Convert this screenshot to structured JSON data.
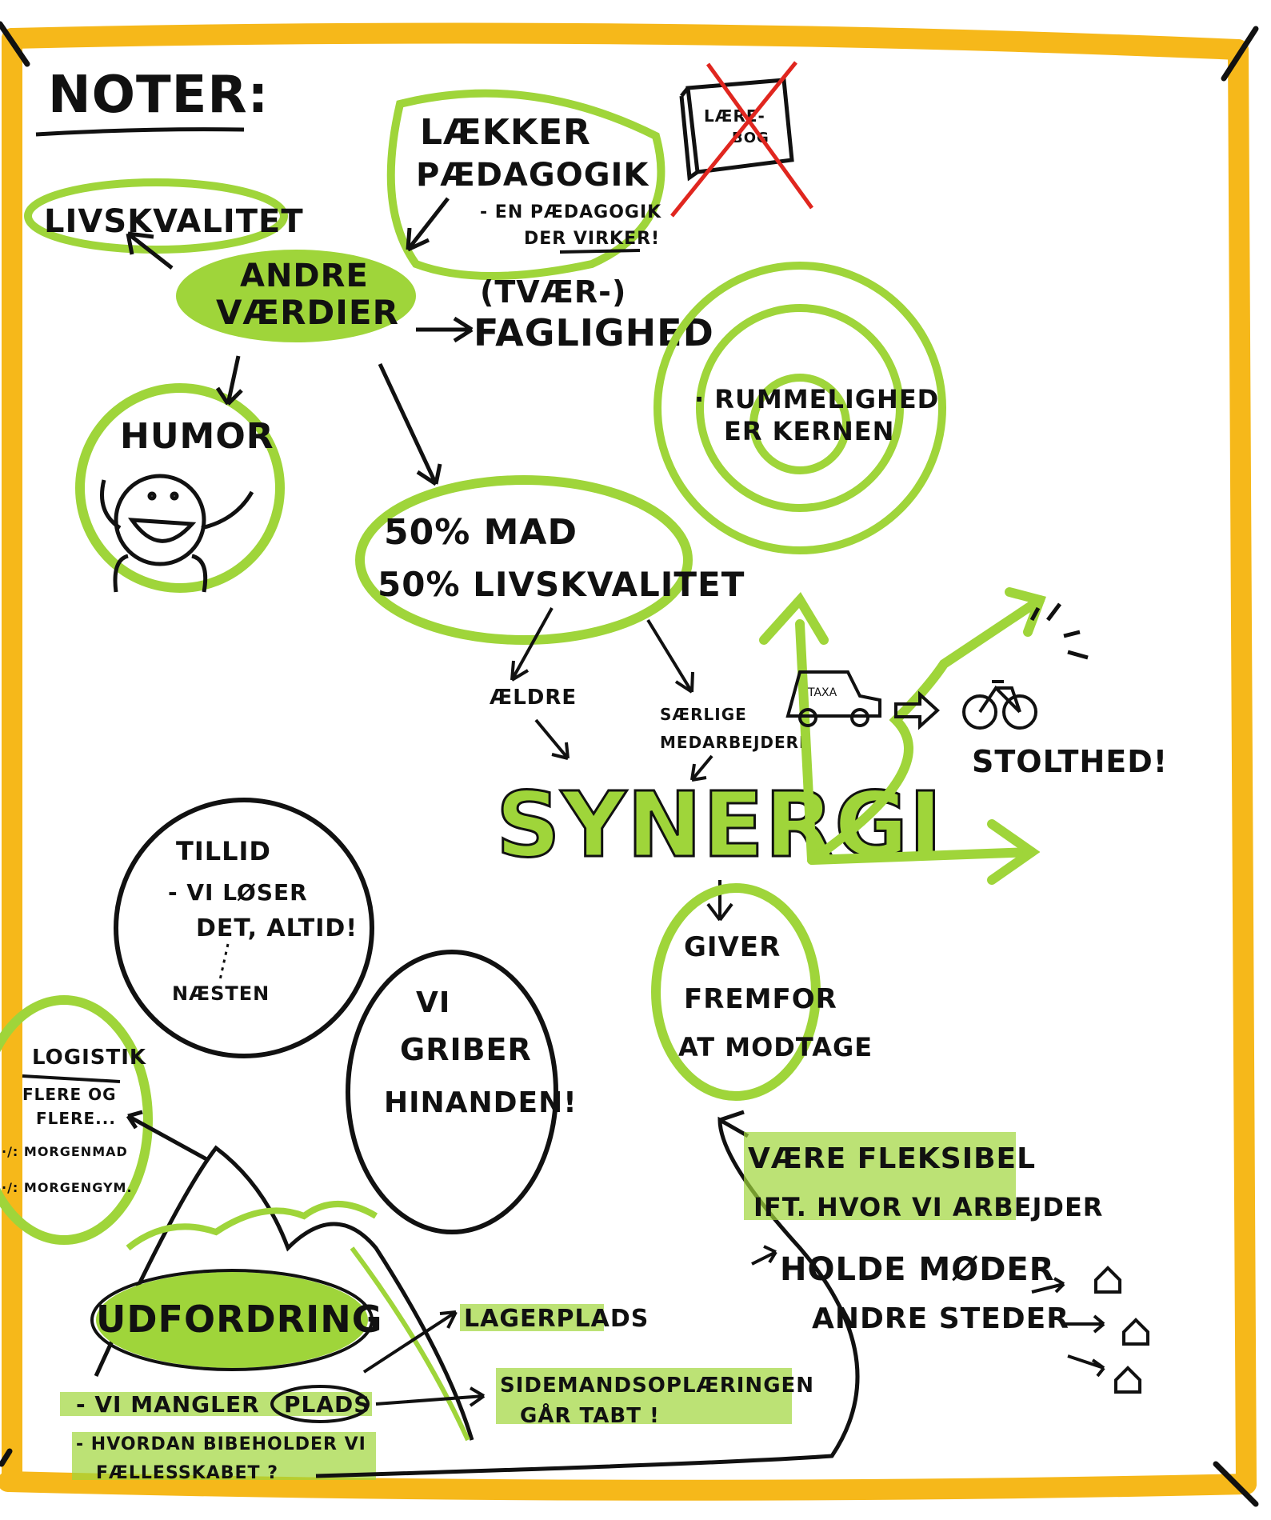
{
  "title": "NOTER:",
  "colors": {
    "frame": "#f6b81a",
    "accent": "#9fd53a",
    "accent_dark": "#7cbd1f",
    "ink": "#111111",
    "cross": "#e0261f"
  },
  "nodes": {
    "livskvalitet": "LIVSKVALITET",
    "andre_vaerdier": [
      "ANDRE",
      "VÆRDIER"
    ],
    "laekker": [
      "LÆKKER",
      "PÆDAGOGIK"
    ],
    "laekker_sub": [
      "- EN PÆDAGOGIK",
      "DER VIRKER!"
    ],
    "book_label": [
      "LÆRE-",
      "BOG"
    ],
    "faglighed": [
      "(TVÆR-)",
      "FAGLIGHED"
    ],
    "rummelighed": [
      "· RUMMELIGHED",
      "ER KERNEN"
    ],
    "humor": "HUMOR",
    "mad": [
      "50% MAD",
      "50% LIVSKVALITET"
    ],
    "aeldre": "ÆLDRE",
    "saerlige": [
      "SÆRLIGE",
      "MEDARBEJDERE"
    ],
    "synergi": "SYNERGI",
    "taxa": "TAXA",
    "stolthed": "STOLTHED!",
    "giver": [
      "GIVER",
      "FREMFOR",
      "AT MODTAGE"
    ],
    "tillid": [
      "TILLID",
      "- VI LØSER",
      "DET, ALTID!",
      "NÆSTEN"
    ],
    "griber": [
      "VI",
      "GRIBER",
      "HINANDEN!"
    ],
    "logistik": [
      "LOGISTIK",
      "FLERE OG",
      "FLERE...",
      "·/: MORGENMAD",
      "·/: MORGENGYM."
    ],
    "udfordring": "UDFORDRING",
    "lagerplads": "LAGERPLADS",
    "mangler": [
      "- VI MANGLER",
      "PLADS"
    ],
    "hvordan": [
      "- HVORDAN BIBEHOLDER VI",
      "FÆLLESSKABET ?"
    ],
    "sidemand": [
      "SIDEMANDSOPLÆRINGEN",
      "GÅR TABT !"
    ],
    "fleksibel": [
      "VÆRE FLEKSIBEL",
      "IFT. HVOR VI ARBEJDER"
    ],
    "moeder": [
      "HOLDE MØDER",
      "ANDRE STEDER"
    ]
  }
}
